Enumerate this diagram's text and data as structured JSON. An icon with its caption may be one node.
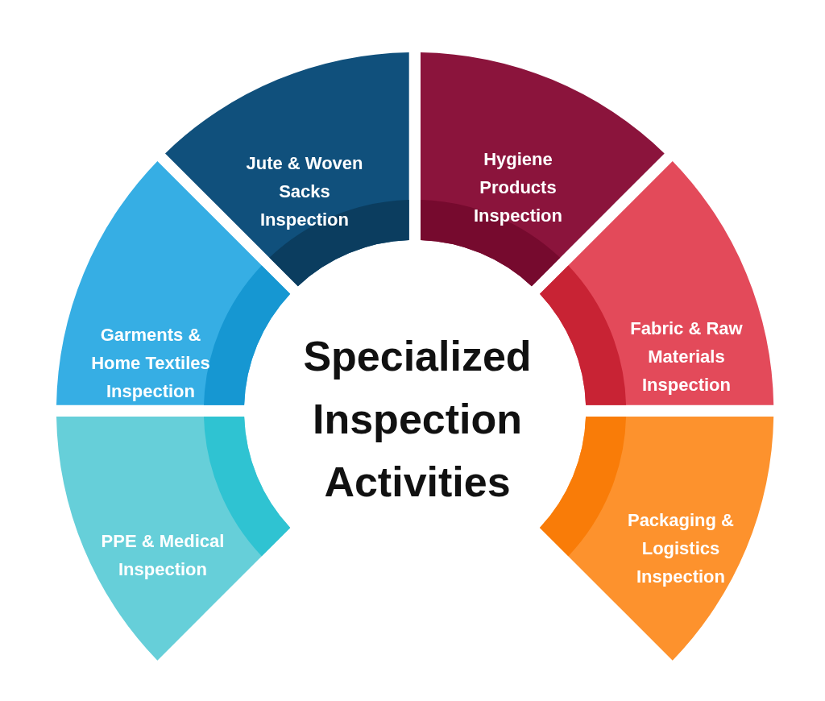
{
  "diagram": {
    "title": "Specialized Inspection Activities",
    "nodes": [
      {
        "text": [
          "Jute & Woven Sacks Inspection"
        ]
      },
      {
        "text": [
          "Hygiene Products Inspection"
        ]
      },
      {
        "text": [
          "Garments & Home Textiles Inspection"
        ]
      },
      {
        "text": [
          "Fabric & Raw Materials Inspection"
        ]
      },
      {
        "text": [
          "PPE & Medical Inspection"
        ]
      },
      {
        "text": [
          "Packaging & Logistics Inspection"
        ]
      }
    ]
  }
}
